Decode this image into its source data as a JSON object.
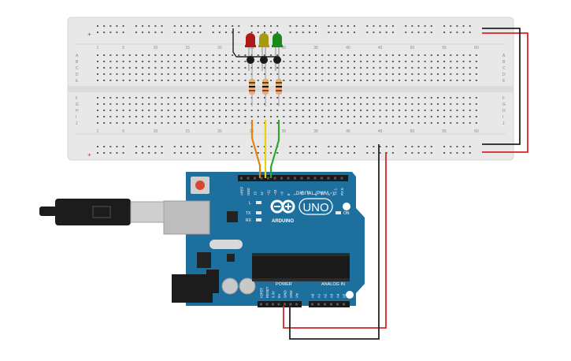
{
  "breadboard": {
    "column_numbers": [
      "1",
      "5",
      "10",
      "15",
      "20",
      "25",
      "30",
      "35",
      "40",
      "45",
      "50",
      "55",
      "60"
    ],
    "row_letters_top": [
      "A",
      "B",
      "C",
      "D",
      "E"
    ],
    "row_letters_bottom": [
      "F",
      "G",
      "H",
      "I",
      "J"
    ],
    "rail_plus": "+",
    "rail_minus": "-"
  },
  "leds": [
    {
      "name": "red-led",
      "color": "#b01818"
    },
    {
      "name": "yellow-led",
      "color": "#a89a10"
    },
    {
      "name": "green-led",
      "color": "#1a8a1a"
    }
  ],
  "arduino": {
    "brand": "ARDUINO",
    "model": "UNO",
    "digital_label": "DIGITAL (PWM ~)",
    "power_label": "POWER",
    "analog_label": "ANALOG IN",
    "on_label": "ON",
    "l_label": "L",
    "tx_label": "TX",
    "rx_label": "RX",
    "digital_pins": [
      "AREF",
      "GND",
      "13",
      "12",
      "~11",
      "~10",
      "~9",
      "8",
      "7",
      "~6",
      "~5",
      "4",
      "~3",
      "2",
      "TX 1",
      "RX 0"
    ],
    "power_pins": [
      "IOREF",
      "RESET",
      "3.3V",
      "5V",
      "GND",
      "GND",
      "Vin"
    ],
    "analog_pins": [
      "A0",
      "A1",
      "A2",
      "A3",
      "A4",
      "A5"
    ]
  },
  "colors": {
    "board_blue": "#1d6f9e",
    "breadboard": "#e8e8e8",
    "wire_red": "#d8232a",
    "wire_black": "#222222",
    "wire_orange": "#e8820c",
    "wire_yellow": "#e8d20c",
    "wire_green": "#2fa52f"
  }
}
